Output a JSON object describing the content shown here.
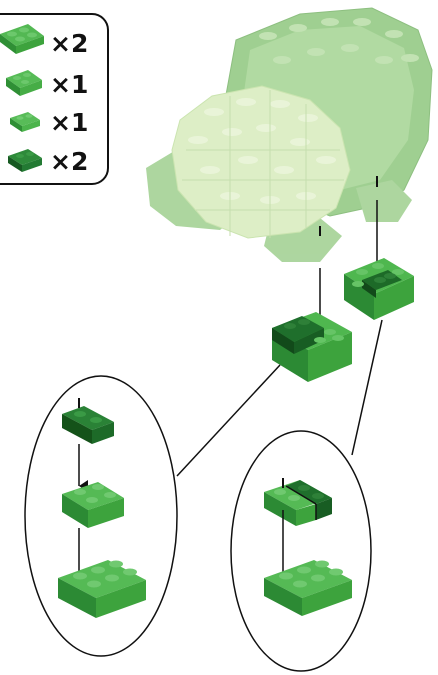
{
  "parts_list": {
    "items": [
      {
        "icon": "brick-2x2-icon",
        "color": "#3da33d",
        "quantity": "×2"
      },
      {
        "icon": "brick-2x3-icon",
        "color": "#46ad46",
        "quantity": "×1"
      },
      {
        "icon": "brick-2x2-small-icon",
        "color": "#4cb44c",
        "quantity": "×1"
      },
      {
        "icon": "brick-1x2-dark-icon",
        "color": "#237a33",
        "quantity": "×2"
      }
    ]
  },
  "colors": {
    "bright_green": "#3fa83f",
    "dark_green": "#1f6f2c",
    "light_green_ghost": "#cfe7b6",
    "mid_green_ghost": "#9fcf8f",
    "line": "#111111"
  }
}
